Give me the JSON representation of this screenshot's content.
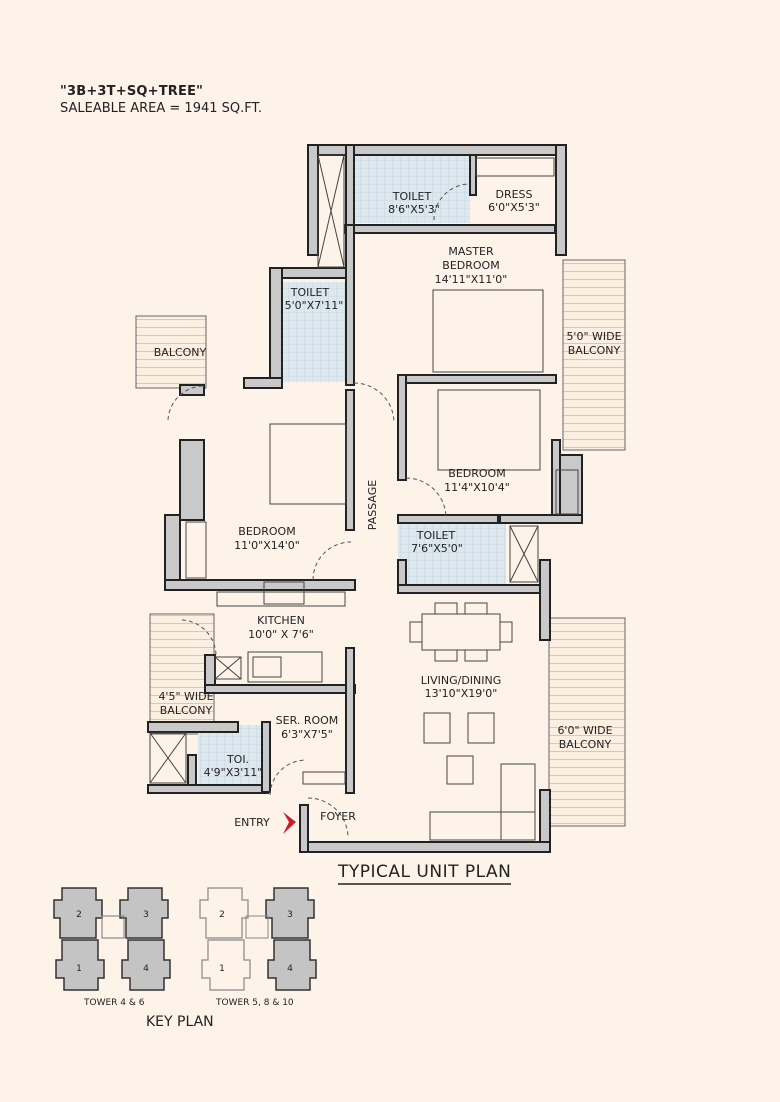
{
  "header": {
    "unit_type": "\"3B+3T+SQ+TREE\"",
    "saleable_area": "SALEABLE AREA = 1941 SQ.FT."
  },
  "rooms": {
    "toilet_master": {
      "name": "TOILET",
      "size": "8'6\"X5'3\""
    },
    "dress": {
      "name": "DRESS",
      "size": "6'0\"X5'3\""
    },
    "master_bedroom": {
      "name1": "MASTER",
      "name2": "BEDROOM",
      "size": "14'11\"X11'0\""
    },
    "toilet_2": {
      "name": "TOILET",
      "size": "5'0\"X7'11\""
    },
    "balcony_left": {
      "name": "BALCONY"
    },
    "balcony_master": {
      "name1": "5'0\" WIDE",
      "name2": "BALCONY"
    },
    "bedroom_2": {
      "name": "BEDROOM",
      "size": "11'4\"X10'4\""
    },
    "bedroom_1": {
      "name": "BEDROOM",
      "size": "11'0\"X14'0\""
    },
    "passage": {
      "name": "PASSAGE"
    },
    "toilet_3": {
      "name": "TOILET",
      "size": "7'6\"X5'0\""
    },
    "kitchen": {
      "name": "KITCHEN",
      "size": "10'0\" X 7'6\""
    },
    "balcony_kitchen": {
      "name1": "4'5\" WIDE",
      "name2": "BALCONY"
    },
    "living_dining": {
      "name": "LIVING/DINING",
      "size": "13'10\"X19'0\""
    },
    "balcony_living": {
      "name1": "6'0\" WIDE",
      "name2": "BALCONY"
    },
    "servant_room": {
      "name": "SER. ROOM",
      "size": "6'3\"X7'5\""
    },
    "servant_toilet": {
      "name": "TOI.",
      "size": "4'9\"X3'11\""
    },
    "entry": {
      "name": "ENTRY"
    },
    "foyer": {
      "name": "FOYER"
    }
  },
  "plan_title": "TYPICAL UNIT PLAN",
  "key_plan": {
    "title": "KEY PLAN",
    "towers": [
      {
        "label": "TOWER 4 & 6",
        "units": [
          "1",
          "2",
          "3",
          "4"
        ]
      },
      {
        "label": "TOWER 5, 8 & 10",
        "units": [
          "1",
          "2",
          "3",
          "4"
        ]
      }
    ]
  },
  "colors": {
    "background": "#fdf3e9",
    "wall": "#c9c9c9",
    "tile": "#dde8ee",
    "entry_arrow": "#c8202a"
  }
}
